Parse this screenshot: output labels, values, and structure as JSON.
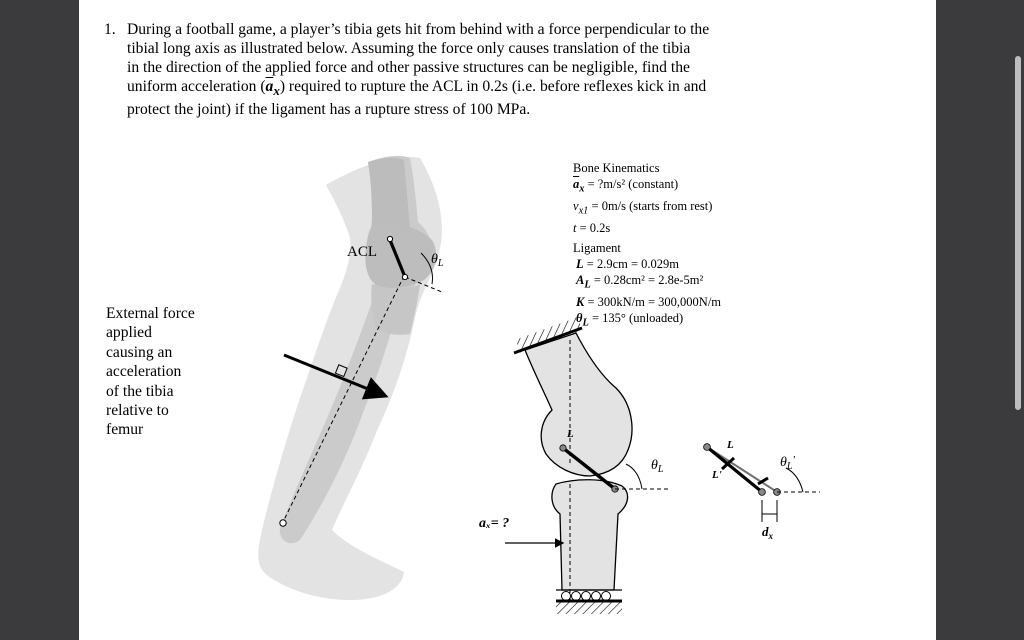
{
  "problem": {
    "number": "1.",
    "line1": "During a football game, a player’s tibia gets hit from behind with a force perpendicular to the",
    "line2": "tibial long axis as illustrated below.  Assuming the force only causes translation of the tibia",
    "line3": "in the direction of the applied force and other passive structures can be negligible, find the",
    "line4_pre": "uniform acceleration (",
    "line4_sym": "a",
    "line4_sub": "x",
    "line4_post": ") required to rupture the ACL in 0.2s (i.e. before reflexes kick in and",
    "line5": "protect the joint) if the ligament has a rupture stress of 100 MPa."
  },
  "external_force": {
    "l1": "External force",
    "l2": "applied",
    "l3": "causing an",
    "l4": "acceleration",
    "l5": "of the tibia",
    "l6": "relative to",
    "l7": "femur"
  },
  "kinematics": {
    "title": "Bone Kinematics",
    "ax_sym": "a",
    "ax_sub": "x",
    "ax_val": " = ?m/s² (constant)",
    "vx_sym": "v",
    "vx_sub": "x1",
    "vx_val": " = 0m/s (starts from rest)",
    "t_sym": "t",
    "t_val": " = 0.2s"
  },
  "ligament": {
    "title": "Ligament",
    "L_sym": "L",
    "L_val": " = 2.9cm = 0.029m",
    "A_sym": "A",
    "A_sub": "L",
    "A_val": " = 0.28cm² = 2.8e-5m²",
    "K_sym": "K",
    "K_val": " = 300kN/m = 300,000N/m",
    "th_sym": "θ",
    "th_sub": "L",
    "th_val": " = 135° (unloaded)"
  },
  "figure": {
    "acl_label": "ACL",
    "theta_leg": "θL",
    "L_label": "L",
    "theta_knee": "θL",
    "ax_label": "aₓ= ?",
    "L_right": "L",
    "L_prime": "L'",
    "theta_prime": "θL'",
    "dx": "dx"
  }
}
